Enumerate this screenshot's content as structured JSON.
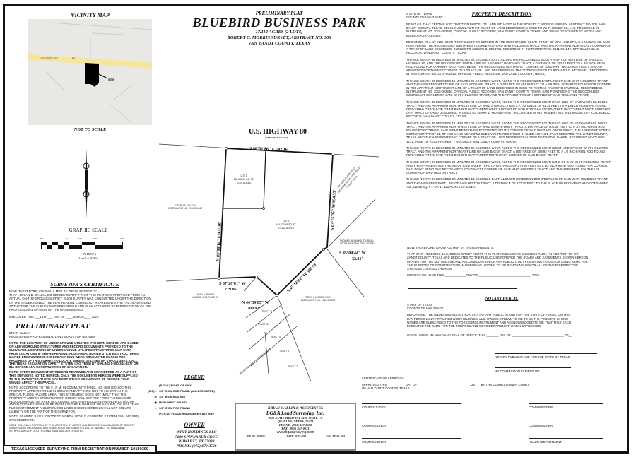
{
  "vicinity": {
    "title": "VICINITY MAP",
    "road": "Goodnight Ave",
    "route": "80",
    "site": "SITE",
    "scale_note": "NOT TO SCALE",
    "map_colors": {
      "bg": "#e9e8e4",
      "highway": "#f6e69a"
    }
  },
  "graphic_scale": {
    "title": "GRAPHIC SCALE",
    "ticks": [
      "200",
      "0",
      "100",
      "200",
      "400"
    ],
    "unit": "( IN FEET )",
    "ratio": "1 inch = 200 ft."
  },
  "surveyor_certificate": {
    "title": "SURVEYOR'S CERTIFICATE",
    "intro": "NOW, THEREFORE, KNOW ALL MEN BY THESE PRESENTS:",
    "body": "THAT I, BRIAN D. GALLIA, DO HEREBY CERTIFY THAT THIS PLAT WAS PREPARED FROM AN ACTUAL ON-THE-GROUND SURVEY, SUCH SURVEY WAS CONDUCTED UNDER THE DIRECTION OF THE UNDERSIGNED. THE PLAT HEREON CORRECTLY REPRESENTS THE FACTS AS FOUND AT THE TIME THE SURVEY WAS PERFORMED AND IS AN ACCURATE REPRESENTATION OF THE PROFESSIONAL OPINION OF THE UNDERSIGNED.",
    "executed": "EXECUTED THIS ___15TH___ DAY OF ____MARCH____ 2019",
    "stamp": "PRELIMINARY PLAT",
    "name": "BRIAN GALLIA",
    "reg": "REGISTERED PROFESSIONAL LAND SURVEYOR NO. 5569"
  },
  "notes": [
    "NOTE: THE LOCATION OF UNDERGROUND UTILITIES IF SHOWN HEREON ARE BASED ON ABOVEGROUND STRUCTURES AND RECORD DOCUMENTS PROVIDED TO THE SURVEYOR. LOCATIONS OF UNDERGROUND UTILITIES/STRUCTURES MAY VARY FROM LOCATIONS IF SHOWN HEREON. ADDITIONAL BURIED UTILITIES/STRUCTURES MAY BE ENCOUNTERED. NO EXCAVATIONS WERE CONDUCTED DURING THE PROGRESS OF THIS SURVEY TO LOCATE BURIED UTILITIES OR STRUCTURES. CALL THE TEXAS EXCAVATION SAFETY SYSTEM (DIG TESS) BY DIALING 1-800-344-8377 OR 811 BEFORE ANY CONSTRUCTION OR EXCAVATION.",
    "NOTE: EVERY DOCUMENT OF RECORD REVIEWED AND CONSIDERED AS A PART OF THIS SURVEY IS NOTED HEREON. ONLY THE DOCUMENTS HEREON WERE SUPPLIED TO THE SURVEYOR. THERE MAY EXIST OTHER DOCUMENTS OF RECORD THAT WOULD AFFECT THIS PARCEL.",
    "NOTE: ACCORDING TO THE F.I.R.M. IN COMMUNITY PANEL NO. 48467C0150C THIS PROPERTY APPEARS TO LIE IN ZONE X AND APPEARS NOT TO LIE WITHIN THE SPECIAL FLOOD HAZARD AREA. THIS STATEMENT DOES NOT IMPLY THAT THE PROPERTY AND/OR STRUCTURES THEREON WILL BE FREE FROM FLOODING OR FLOOD DAMAGE. ON RARE OCCASIONS, GREATER FLOODS CAN AND WILL OCCUR AND FLOOD HEIGHTS MAY BE INCREASED BY MAN-MADE OR NATURAL CAUSES. THIS FLOOD STATEMENT AND/OR FLOOD LINES SHOWN HEREON SHALL NOT CREATE LIABILITY ON THE PART OF THE SURVEYOR.",
    "NOTE: BEARING BASIS: GEODETIC NORTH, WORLD GEODETIC SYSTEM 1984 (WGS84), GPS OBSERVED.",
    "NOTE: SELLING A PORTION OF THIS ADDITION BY METES AND BOUNDS IS A VIOLATION OF COUNTY SUBDIVISION ORDINANCE AND STATE PLATTING STATUTES AND IS SUBJECT TO FINES AND WITHHOLDING OF UTILITIES AND BUILDING CERTIFICATES."
  ],
  "firm_registration": "TEXAS LICENSED SURVEYING FIRM REGISTRATION NUMBER 10150300",
  "title_block": {
    "pre": "PRELIMINARY PLAT",
    "name": "BLUEBIRD BUSINESS PARK",
    "acres": "17.112 ACRES (2 LOTS)",
    "survey": "ROBERT C. MORRIS SURVEY, ABSTRACT NO. 506",
    "county": "VAN ZANDT COUNTY, TEXAS"
  },
  "plat": {
    "highway": "U.S. HIGHWAY 80",
    "highway_sub": "(VARIABLE R.O.W.)",
    "north_call": "S 86°52'56\" E 792.16'",
    "east_call": "S 03°15'05\" W 694.55'",
    "west_call": "N 03°08'14\" E 977.30'",
    "se_call": "S 45°04'44\" W",
    "se_dist": "32.31'",
    "sw_call": "S 45°18'02\" W 500.58'",
    "south_call": "S 87°20'01\" W",
    "south_dist": "279.86'",
    "nw_call": "N 44°39'05\" W",
    "nw_dist": "208.92'",
    "lot1": [
      "LOT 1",
      "130,680.00 SQ. FT.",
      "3.000 ACRES"
    ],
    "lot2": [
      "LOT 2",
      "614,732.48 SQ. FT.",
      "14.112 ACRES"
    ],
    "helton": [
      "JOSEPH B. HELTON",
      "INSTRUMENT NO. 2011-004047"
    ],
    "mcdaniel": [
      "RICHARD G. MCDANIEL",
      "INSTRUMENT NO. 2015-002612",
      "(TRACT TWO)"
    ],
    "sturgill": [
      "THOMAS RAYMOND STURGILL",
      "INSTRUMENT NO. 2018-003880"
    ],
    "baker": [
      "DAVID A. BAKER",
      "VOLUME 1271, PAGE 19"
    ],
    "moore": [
      "TERRY L. MOORE-HOEY",
      "INSTRUMENT NO. 2018-003030"
    ],
    "subdivision": "HIGHLAND MEADOWS SUBDIVISION",
    "tracts": [
      "TRACT 11",
      "TRACT 10",
      "TRACT 9",
      "TRACT 8",
      "TRACT 7"
    ]
  },
  "legend": {
    "title": "LEGEND",
    "items": [
      {
        "sym": "",
        "label": "(R.O.W.) RIGHT-OF-WAY"
      },
      {
        "sym": "(IRF) ○",
        "label": "1/2\" IRON ROD FOUND (UNLESS NOTED)"
      },
      {
        "sym": "◎",
        "label": "1/2\" IRON ROD SET"
      },
      {
        "sym": "◉",
        "label": "MONUMENT FOUND"
      },
      {
        "sym": "○",
        "label": "1/2\" IRON PIPE FOUND"
      },
      {
        "sym": "",
        "label": "(F.I.R.M.) FLOOD INSURANCE RATE MAP"
      }
    ]
  },
  "owner": {
    "title": "OWNER",
    "lines": [
      "WHIT HOLDINGS LLC",
      "7609 SPINNAKER COVE",
      "ROWLETT, TX 75089",
      "PHONE: (972) 670-3508"
    ]
  },
  "surveyor_block": {
    "lines": [
      "~BRIAN GALLIA & ASSOCIATES~",
      "BG&A Land Surveying, Inc.",
      "9011 STATE HIGHWAY 34 S. SUITE - C",
      "QUINLAN, TEXAS, 75474",
      "PHONE: (903) 447-0658",
      "FAX: (903) 447-0931",
      "www.bgasurveying.com"
    ],
    "job": "JOB NO. 1901104-1",
    "date": "DATE: 03-15-2019",
    "cad": "CAD. TECH. MM"
  },
  "property_description": {
    "state": "STATE OF TEXAS:",
    "county": "COUNTY OF VAN ZANDT",
    "title": "PROPERTY DESCRIPTION",
    "paragraphs": [
      "BEING ALL THAT CERTAIN LOT, TRACT OR PARCEL OF LAND SITUATED IN THE ROBERT C. MORRIS SURVEY, ABSTRACT NO. 506, VAN ZANDT COUNTY, TEXAS, BEING KNOWN AS THAT TRACT OF LAND DESCRIBED IN DEED TO WHIT HOLDINGS, LLC, RECORDED IN INSTRUMENT NO. 2018-003585, OFFICIAL PUBLIC RECORDS, VAN ZANDT COUNTY, TEXAS, AND BEING DESCRIBED BY METES AND BOUNDS AS FOLLOWS:",
      "BEGINNING AT A 1/2 INCH IRON ROD FOUND FOR CORNER IN THE RECOGNIZED SOUTH RIGHT OF WAY LINE OF U.S. HIGHWAY 80, SAID POINT BEING THE RECOGNIZED NORTHWEST CORNER OF SAID WHIT HOLDINGS TRACT, AND THE APPARENT NORTHEAST CORNER OF A TRACT OF LAND DESCRIBED IN DEED TO JOSEPH B. HELTON, RECORDED IN INSTRUMENT NO. 2011-004047, OFFICIAL PUBLIC RECORDS, VAN ZANDT COUNTY, TEXAS;",
      "THENCE SOUTH 86 DEGREES 52 MINUTES 56 SECONDS EAST, ALONG THE RECOGNIZED SOUTH RIGHT OF WAY LINE OF SAID U.S. HIGHWAY 80, AND THE RECOGNIZED NORTH LINE OF SAID WHIT HOLDINGS TRACT, A DISTANCE OF 792.16 FEET TO A 3/8 INCH IRON ROD FOUND FOR CORNER, SAID POINT BEING THE RECOGNIZED NORTHEAST CORNER OF SAID WHIT HOLDINGS TRACT, AND AN APPARENT NORTHWEST CORNER OF A TRACT OF LAND DESCRIBED AS TRACT TWO IN DEED TO RICHARD G. MCDANIEL, RECORDED IN INSTRUMENT NO. 2015-002612, OFFICIAL PUBLIC RECORDS, VAN ZANDT COUNTY, TEXAS;",
      "THENCE SOUTH 03 DEGREES 15 MINUTES 05 SECONDS WEST, ALONG THE RECOGNIZED EAST LINE OF SAID WHIT HOLDINGS TRACT, AND THE APPARENT WEST LINE OF SAID MCDANIEL TRACT, A DISTANCE OF 694.55 FEET TO A 3/8 INCH IRON ROD FOUND FOR CORNER IN THE APPARENT NORTHWEST LINE OF A TRACT OF LAND DESCRIBED IN DEED TO THOMAS RAYMOND STURGILL, RECORDED IN INSTRUMENT NO. 2018-003880, OFFICIAL PUBLIC RECORDS, VAN ZANDT COUNTY, TEXAS, SAID POINT BEING THE RECOGNIZED SOUTHEAST CORNER OF SAID WHIT HOLDINGS TRACT, AND THE APPARENT SOUTH CORNER OF SAID MCDANIEL TRACT;",
      "THENCE SOUTH 45 DEGREES 04 MINUTES 44 SECONDS WEST, ALONG THE RECOGNIZED SOUTHEAST LINE OF SAID WHIT HOLDINGS TRACT, AND THE APPARENT NORTHWEST LINE OF SAID STURGILL TRACT, A DISTANCE OF 32.31 FEET TO A 1 INCH IRON PIPE FOUND FOR ANGLE POINT, SAID POINT BEING THE APPARENT WEST CORNER OF SAID STURGILL TRACT, AND THE APPARENT NORTH CORNER OF A TRACT OF LAND DESCRIBED IN DEED TO TERRY L. MOORE-HOEY, RECORDED IN INSTRUMENT NO. 2018-003030, OFFICIAL PUBLIC RECORDS, VAN ZANDT COUNTY, TEXAS;",
      "THENCE SOUTH 45 DEGREES 18 MINUTES 02 SECONDS WEST, ALONG THE RECOGNIZED SOUTHEAST LINE OF SAID WHIT HOLDINGS TRACT, AND THE APPARENT NORTHWEST LINE OF SAID MOORE-HOEY TRACT, A DISTANCE OF 500.58 FEET TO A 1/2 INCH IRON ROD FOUND FOR CORNER, SAID POINT BEING THE RECOGNIZED SOUTH CORNER OF SAID WHIT HOLDINGS TRACT, THE APPARENT NORTH CORNER OF TRACT 11, OF HIGHLAND MEADOWS SUBDIVISION, RECORDED IN SLIDE 188 A & B, PLAT RECORDS, VAN ZANDT COUNTY, TEXAS, AND THE APPARENT EAST CORNER OF A TRACT OF LAND DESCRIBED IN DEED TO DAVID A. BAKER, RECORDED IN VOLUME 1271, PAGE 19, REAL PROPERTY RECORDS, VAN ZANDT COUNTY, TEXAS;",
      "THENCE NORTH 44 DEGREES 39 MINUTES 05 SECONDS WEST, ALONG THE RECOGNIZED SOUTHWEST LINE OF SAID WHIT HOLDINGS TRACT, AND THE APPARENT NORTHEAST LINE OF SAID BAKER TRACT, A DISTANCE OF 208.92 FEET TO A 1/2 INCH IRON ROD FOUND FOR ANGLE POINT, SAID POINT BEING THE APPARENT NORTHEAST CORNER OF SAID BAKER TRACT;",
      "THENCE SOUTH 87 DEGREES 20 MINUTES 01 SECONDS WEST, ALONG THE RECOGNIZED SOUTH LINE OF SAID WHIT HOLDINGS TRACT, AND THE APPARENT NORTH LINE OF SAID BAKER TRACT, A DISTANCE OF 279.86 FEET TO A 1/2 INCH IRON ROD FOUND FOR CORNER, SAID POINT BEING THE RECOGNIZED SOUTHWEST CORNER OF SAID WHIT HOLDINGS TRACT, AND THE APPARENT SOUTHEAST CORNER OF SAID HELTON TRACT;",
      "THENCE NORTH 03 DEGREES 08 MINUTES 14 SECONDS EAST, ALONG THE RECOGNIZED WEST LINE OF SAID WHIT HOLDINGS TRACT, AND THE APPARENT EAST LINE OF SAID HELTON TRACT, A DISTANCE OF 977.30 FEET TO THE PLACE OF BEGINNING AND CONTAINING 745,412.48 SQ. FT. OR 17.112 ACRES OF LAND."
    ]
  },
  "dedication": {
    "intro": "NOW THEREFORE, KNOW ALL MEN BY THESE PRESENTS:",
    "body": "THAT WHIT HOLDINGS, LLC, DOES HEREBY ADOPT THIS PLAT AS BLUEBIRD BUSINESS PARK, AN ADDITION TO VAN ZANDT COUNTY, TEXAS AND DEDICATES TO THE PUBLIC USE FOREVER THE ROADS AND EASEMENTS SHOWN HEREON (IF ANY) FOR THE MUTUAL USE AND ACCOMMODATION OF ANY PUBLIC UTILITY DESIRING TO USE OR USING SAME FOR THE PURPOSE OF CONSTRUCTION, MAINTAINING, ADDING TO OR REMOVING ANY OR ALL OF THEIR RESPECTIVE SYSTEMS LOCATED THEREIN.",
    "witness": "WITNESS MY HAND THIS ____________ DAY OF ______________________________, 2019"
  },
  "notary": {
    "title": "NOTARY PUBLIC",
    "state": "STATE OF TEXAS",
    "county": "COUNTY OF VAN ZANDT",
    "body": "BEFORE ME, THE UNDERSIGNED AUTHORITY, A NOTARY PUBLIC IN AND FOR THE STATE OF TEXAS, ON THIS DAY PERSONALLY APPEARED WHIT HOLDINGS, LLC, OWNER, KNOWN TO ME TO BE THE PERSONS WHOSE NAMES ARE SUBSCRIBED TO THE FOREGOING INSTRUMENT AND ACKNOWLEDGED TO ME THAT THEY EACH EXECUTED THE SAME FOR THE PURPOSE AND CONSIDERATIONS THEREIN EXPRESSED.",
    "given": "GIVEN UNDER MY HAND AND SEAL OF OFFICE, THIS _______ DAY OF ______________________________, 20__",
    "sig1": "NOTARY PUBLIC IN AND FOR THE STATE OF TEXAS",
    "sig2": "MY COMMISSION EXPIRES ON:"
  },
  "approval": {
    "title": "CERTIFICATE OF APPROVAL",
    "line1": "APPROVED THIS __________ DAY OF ______________________________, 20___ BY THE COMMISSIONER COURT",
    "line2": "OF VAN ZANDT COUNTY, TEXAS.",
    "signatures": [
      "COUNTY JUDGE",
      "COMMISSIONER",
      "COMMISSIONER",
      "COMMISSIONER",
      "COMMISSIONER",
      "HEALTH DEPARTMENT"
    ]
  }
}
